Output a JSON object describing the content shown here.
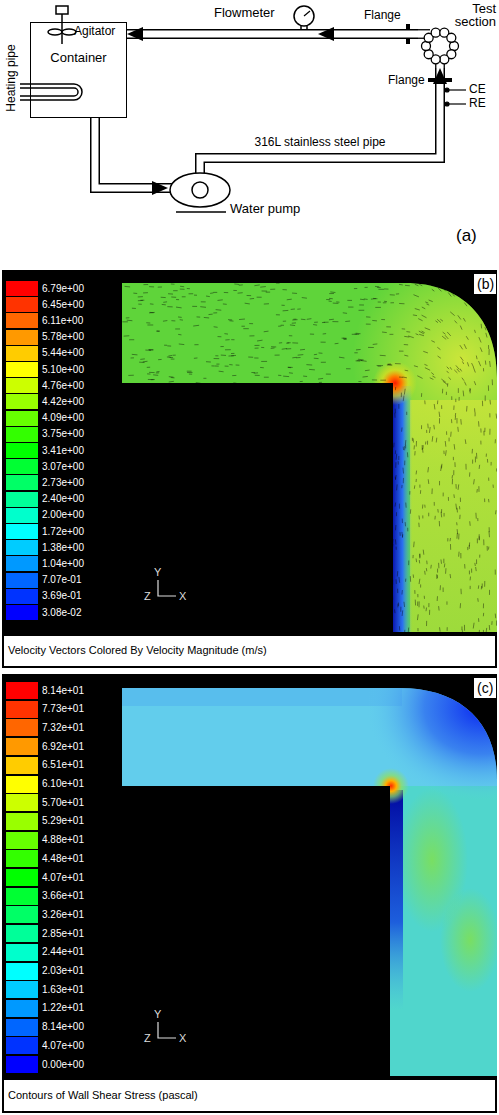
{
  "diagram": {
    "nodes": [
      {
        "text": [
          "Flowmeter"
        ]
      },
      {
        "text": [
          "Test section"
        ]
      },
      {
        "text": [
          "Container"
        ]
      },
      {
        "text": [
          "Water pump"
        ]
      }
    ],
    "edges": [
      {
        "from": 2,
        "to": 3,
        "arrow": "to"
      },
      {
        "from": 3,
        "to": 1,
        "label": "316L stainless steel pipe",
        "arrow": "to"
      },
      {
        "from": 1,
        "to": 0,
        "arrow": "to"
      },
      {
        "from": 0,
        "to": 2,
        "arrow": "to"
      }
    ],
    "labels": [
      "Heating pipe",
      "Agitator",
      "Flange",
      "Flange",
      "CE",
      "RE",
      "(a)",
      "(b)",
      "Y",
      "Z",
      "X",
      "Velocity Vectors Colored By Velocity Magnitude (m/s)",
      "(c)",
      "Y",
      "Z",
      "X",
      "Contours of Wall Shear Stress (pascal)"
    ],
    "legend": [
      {
        "text": "6.79e+00",
        "color": "#ff0000"
      },
      {
        "text": "6.45e+00",
        "color": "#ff3300"
      },
      {
        "text": "6.11e+00",
        "color": "#ff6600"
      },
      {
        "text": "5.78e+00",
        "color": "#ff9900"
      },
      {
        "text": "5.44e+00",
        "color": "#ffcc00"
      },
      {
        "text": "5.10e+00",
        "color": "#ffff00"
      },
      {
        "text": "4.76e+00",
        "color": "#ccff00"
      },
      {
        "text": "4.42e+00",
        "color": "#99ff00"
      },
      {
        "text": "4.09e+00",
        "color": "#66ff00"
      },
      {
        "text": "3.75e+00",
        "color": "#33ff00"
      },
      {
        "text": "3.41e+00",
        "color": "#00ff00"
      },
      {
        "text": "3.07e+00",
        "color": "#00ff33"
      },
      {
        "text": "2.73e+00",
        "color": "#00ff66"
      },
      {
        "text": "2.40e+00",
        "color": "#00ff99"
      },
      {
        "text": "2.00e+00",
        "color": "#00ffcc"
      },
      {
        "text": "1.72e+00",
        "color": "#00ffff"
      },
      {
        "text": "1.38e+00",
        "color": "#00ccff"
      },
      {
        "text": "1.04e+00",
        "color": "#0099ff"
      },
      {
        "text": "7.07e-01",
        "color": "#0066ff"
      },
      {
        "text": "3.69e-01",
        "color": "#0033ff"
      },
      {
        "text": "3.08e-02",
        "color": "#0000ff"
      },
      {
        "text": "8.14e+01",
        "color": "#ff0000"
      },
      {
        "text": "7.73e+01",
        "color": "#ff3300"
      },
      {
        "text": "7.32e+01",
        "color": "#ff6600"
      },
      {
        "text": "6.92e+01",
        "color": "#ff9900"
      },
      {
        "text": "6.51e+01",
        "color": "#ffcc00"
      },
      {
        "text": "6.10e+01",
        "color": "#ffff00"
      },
      {
        "text": "5.70e+01",
        "color": "#ccff00"
      },
      {
        "text": "5.29e+01",
        "color": "#99ff00"
      },
      {
        "text": "4.88e+01",
        "color": "#66ff00"
      },
      {
        "text": "4.48e+01",
        "color": "#33ff00"
      },
      {
        "text": "4.07e+01",
        "color": "#00ff00"
      },
      {
        "text": "3.66e+01",
        "color": "#00ff33"
      },
      {
        "text": "3.26e+01",
        "color": "#00ff66"
      },
      {
        "text": "2.85e+01",
        "color": "#00ff99"
      },
      {
        "text": "2.44e+01",
        "color": "#00ffcc"
      },
      {
        "text": "2.03e+01",
        "color": "#00ffff"
      },
      {
        "text": "1.63e+01",
        "color": "#00ccff"
      },
      {
        "text": "1.22e+01",
        "color": "#0099ff"
      },
      {
        "text": "8.14e+00",
        "color": "#0066ff"
      },
      {
        "text": "4.07e+00",
        "color": "#0033ff"
      },
      {
        "text": "0.00e+00",
        "color": "#0000ff"
      }
    ]
  }
}
